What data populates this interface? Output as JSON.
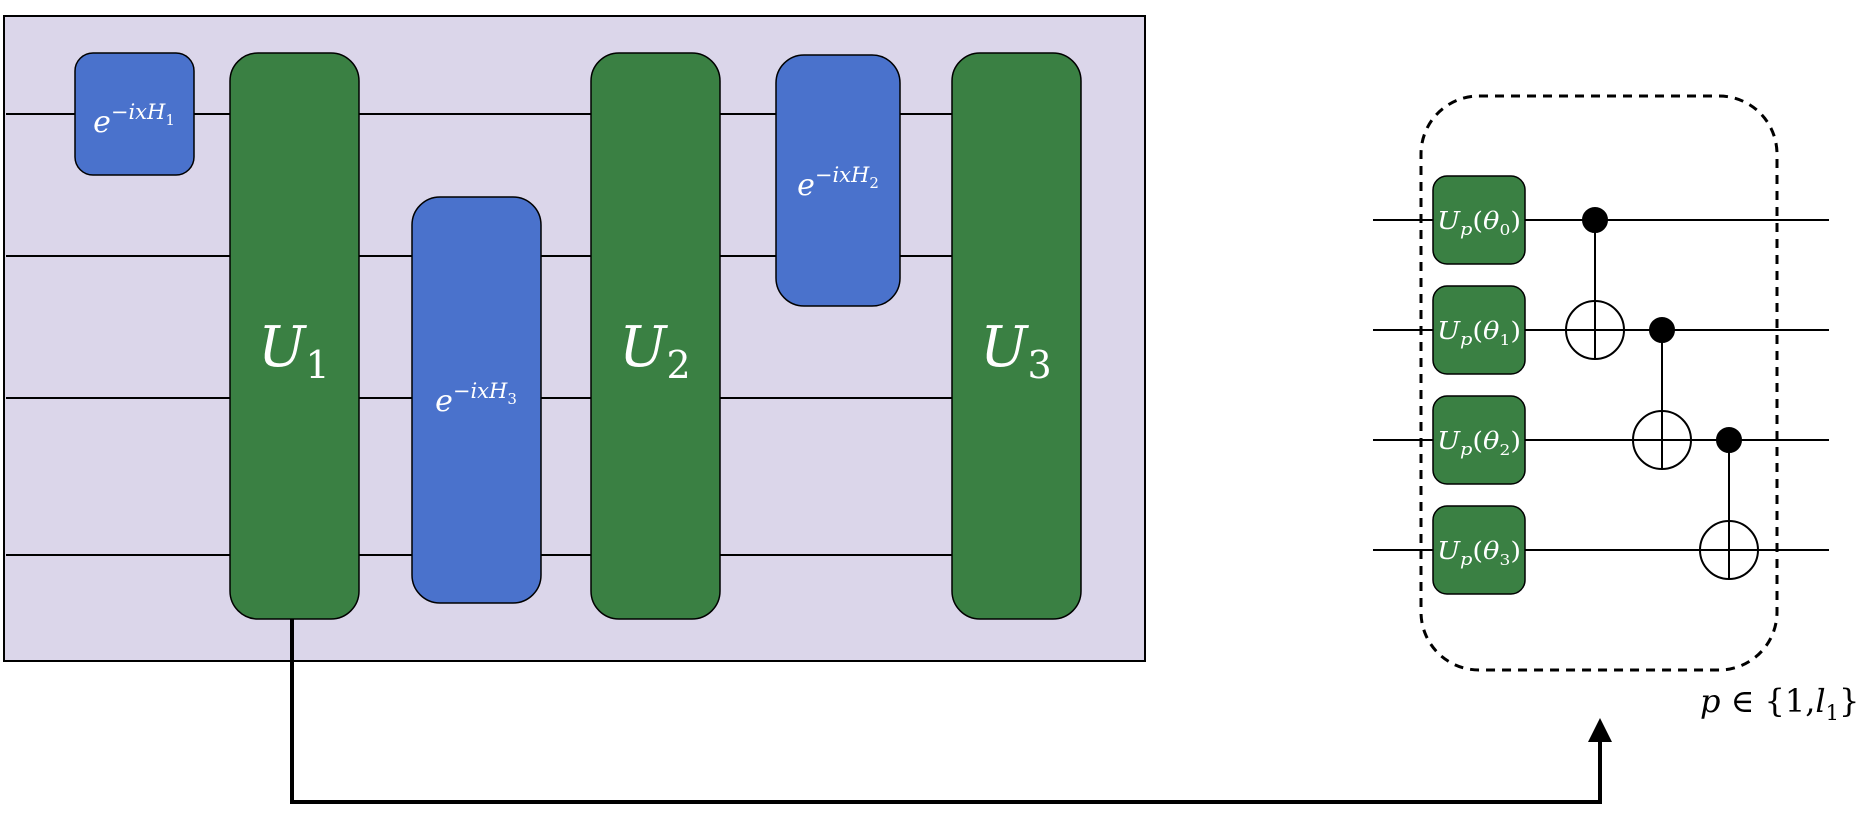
{
  "colors": {
    "panel_fill": "#dbd6ea",
    "gate_green": "#3a8043",
    "gate_blue": "#4a72cc",
    "wire": "#000000",
    "text_on_gate": "#ffffff"
  },
  "main_circuit": {
    "gates": [
      {
        "id": "u1",
        "base": "U",
        "sub": "1"
      },
      {
        "id": "u2",
        "base": "U",
        "sub": "2"
      },
      {
        "id": "u3",
        "base": "U",
        "sub": "3"
      },
      {
        "id": "h1",
        "base": "e",
        "exp": "−ixH",
        "exp_sub": "1"
      },
      {
        "id": "h2",
        "base": "e",
        "exp": "−ixH",
        "exp_sub": "2"
      },
      {
        "id": "h3",
        "base": "e",
        "exp": "−ixH",
        "exp_sub": "3"
      }
    ]
  },
  "layer_detail": {
    "rotation_gates": [
      {
        "base": "U",
        "sub": "p",
        "param": "θ",
        "param_sub": "0"
      },
      {
        "base": "U",
        "sub": "p",
        "param": "θ",
        "param_sub": "1"
      },
      {
        "base": "U",
        "sub": "p",
        "param": "θ",
        "param_sub": "2"
      },
      {
        "base": "U",
        "sub": "p",
        "param": "θ",
        "param_sub": "3"
      }
    ],
    "range_label": {
      "var": "p",
      "member": " ∈ {1,",
      "upper": "l",
      "upper_sub": "1",
      "close": "}"
    }
  }
}
